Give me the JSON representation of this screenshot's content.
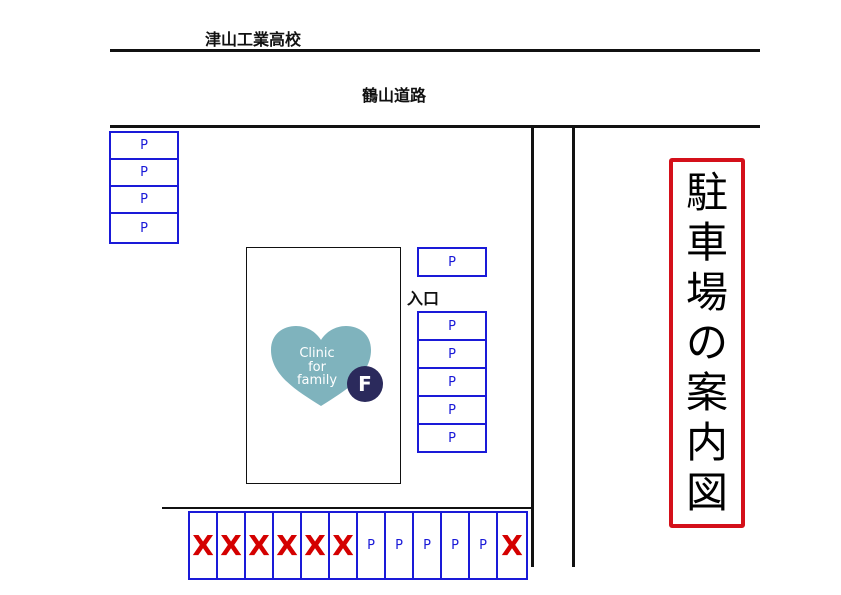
{
  "labels": {
    "school": "津山工業高校",
    "road": "鶴山道路",
    "entrance": "入口"
  },
  "title": {
    "chars": [
      "駐",
      "車",
      "場",
      "の",
      "案",
      "内",
      "図"
    ]
  },
  "parking": {
    "spot_label": "P",
    "blocked_mark": "X",
    "left_column": [
      "P",
      "P",
      "P",
      "P"
    ],
    "right_top": [
      "P"
    ],
    "right_column": [
      "P",
      "P",
      "P",
      "P",
      "P"
    ],
    "bottom_row": [
      "X",
      "X",
      "X",
      "X",
      "X",
      "X",
      "P",
      "P",
      "P",
      "P",
      "P",
      "X"
    ]
  },
  "logo": {
    "line1": "Clinic",
    "line2": "for",
    "line3": "family",
    "badge": "F",
    "heart_color": "#7fb3bd",
    "badge_color": "#2b2a5c"
  },
  "colors": {
    "spot_border": "#1a1ad8",
    "blocked": "#d40000",
    "title_border": "#d4101a"
  }
}
